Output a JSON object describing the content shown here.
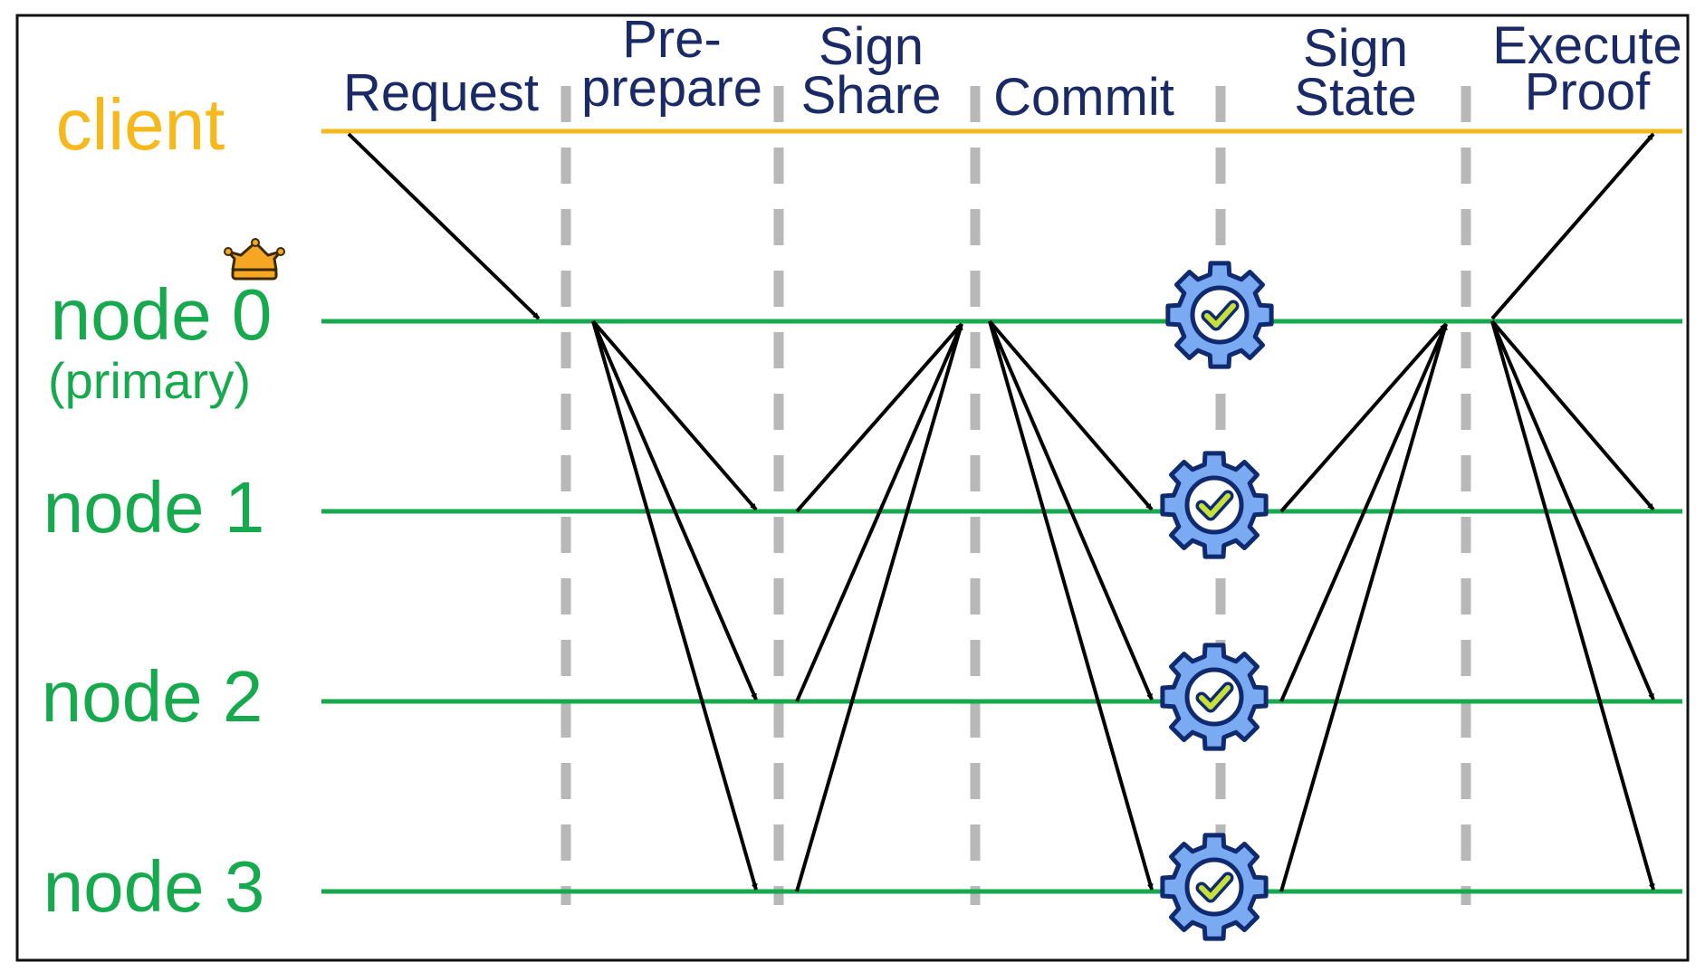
{
  "colors": {
    "client": "#f6b81a",
    "node": "#17a94e",
    "phase_text": "#1a2a66",
    "divider": "#b8b8b8",
    "arrow": "#000000",
    "gear_fill": "#7aaaf2",
    "gear_outline": "#0f2a6e",
    "check": "#c8e03a",
    "crown": "#f5a623"
  },
  "phases": [
    {
      "id": "request",
      "lines": [
        "Request"
      ]
    },
    {
      "id": "pre-prepare",
      "lines": [
        "Pre-",
        "prepare"
      ]
    },
    {
      "id": "sign-share",
      "lines": [
        "Sign",
        "Share"
      ]
    },
    {
      "id": "commit",
      "lines": [
        "Commit"
      ]
    },
    {
      "id": "sign-state",
      "lines": [
        "Sign",
        "State"
      ]
    },
    {
      "id": "execute-proof",
      "lines": [
        "Execute",
        "Proof"
      ]
    }
  ],
  "rows": [
    {
      "id": "client",
      "label": "client",
      "role": "client"
    },
    {
      "id": "node-0",
      "label": "node 0",
      "sublabel": "(primary)",
      "role": "node",
      "icon": "crown-icon"
    },
    {
      "id": "node-1",
      "label": "node 1",
      "role": "node"
    },
    {
      "id": "node-2",
      "label": "node 2",
      "role": "node"
    },
    {
      "id": "node-3",
      "label": "node 3",
      "role": "node"
    }
  ],
  "messages": [
    {
      "phase": "request",
      "from": "client",
      "to": [
        "node-0"
      ]
    },
    {
      "phase": "pre-prepare",
      "from": "node-0",
      "to": [
        "node-1",
        "node-2",
        "node-3"
      ]
    },
    {
      "phase": "sign-share",
      "from": [
        "node-1",
        "node-2",
        "node-3"
      ],
      "to": "node-0"
    },
    {
      "phase": "commit",
      "from": "node-0",
      "to": [
        "node-1",
        "node-2",
        "node-3"
      ]
    },
    {
      "phase": "sign-state",
      "from": [
        "node-1",
        "node-2",
        "node-3"
      ],
      "to": "node-0"
    },
    {
      "phase": "execute-proof",
      "from": "node-0",
      "to": [
        "client",
        "node-1",
        "node-2",
        "node-3"
      ]
    }
  ],
  "execution_icons": {
    "icon": "gear-check-icon",
    "nodes": [
      "node-0",
      "node-1",
      "node-2",
      "node-3"
    ]
  }
}
